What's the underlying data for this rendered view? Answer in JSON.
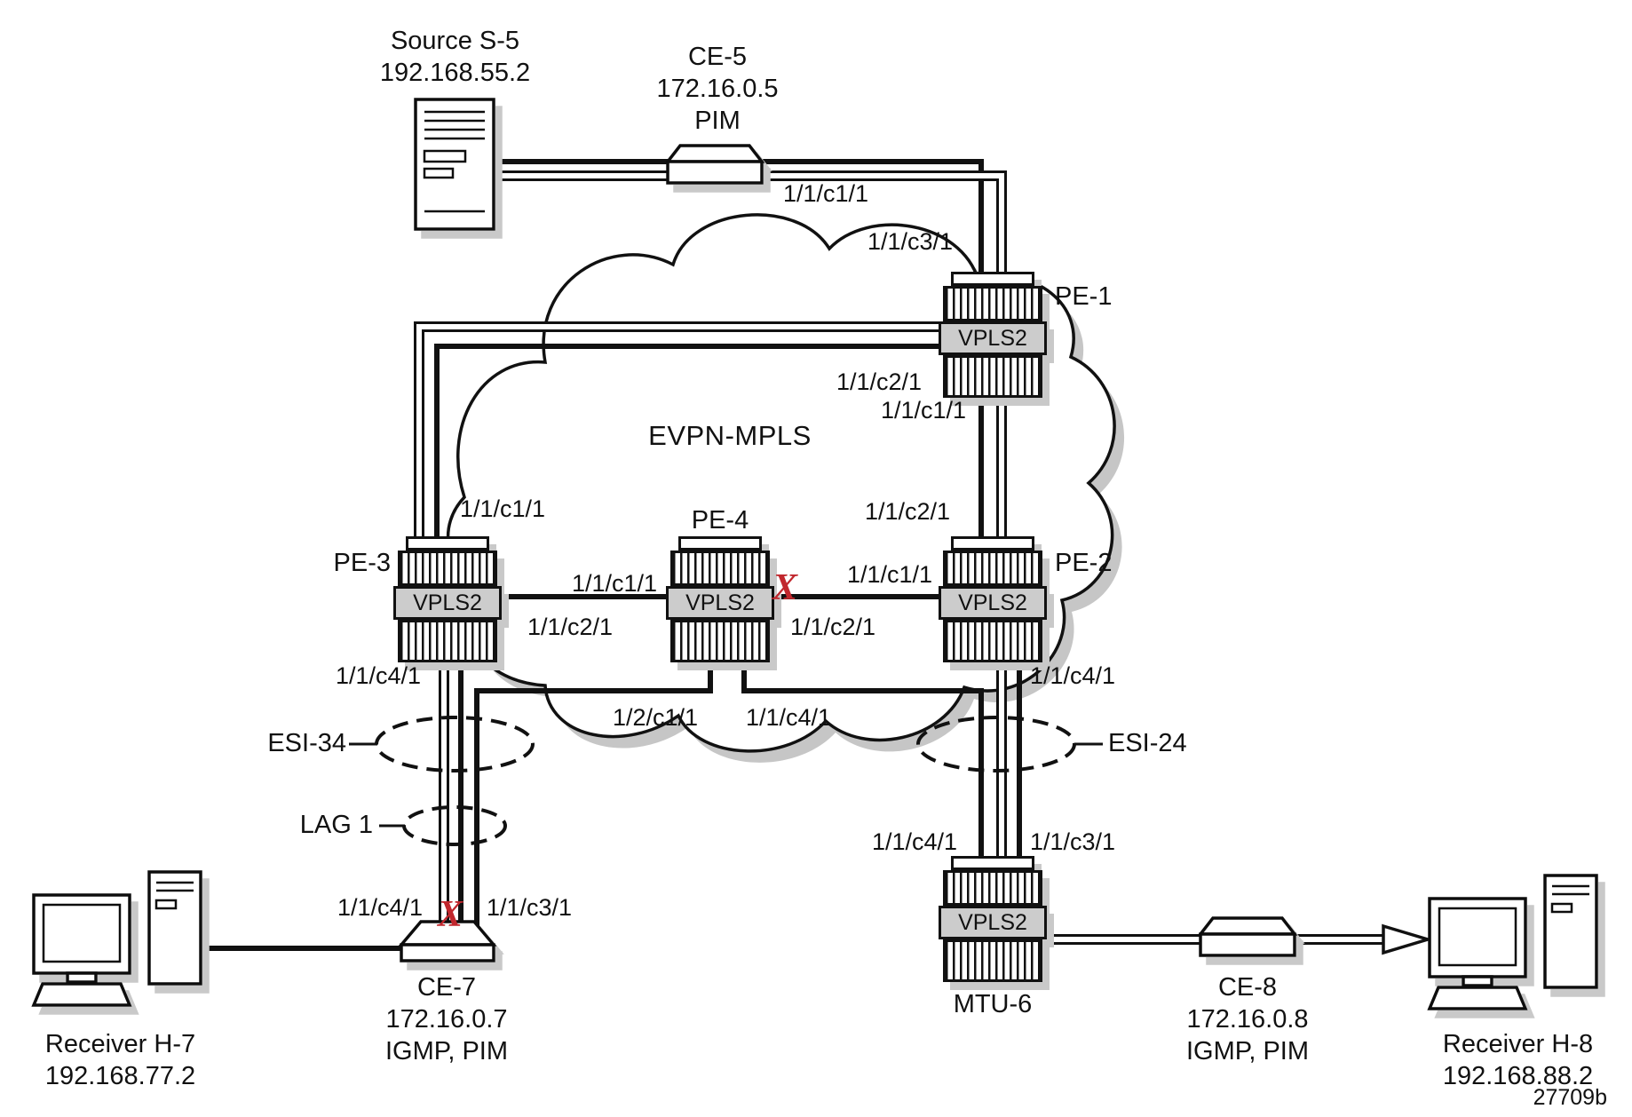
{
  "figure": {
    "id": "27709b",
    "cloud_label": "EVPN-MPLS",
    "failure_mark": "X"
  },
  "colors": {
    "failure": "#c1272d",
    "band_fill": "#cccccc",
    "line": "#111111",
    "shadow": "#c9c9c9"
  },
  "devices": {
    "source_s5": {
      "title": "Source S-5",
      "ip": "192.168.55.2"
    },
    "ce5": {
      "name": "CE-5",
      "ip": "172.16.0.5",
      "protocol": "PIM"
    },
    "pe1": {
      "name": "PE-1",
      "service": "VPLS2"
    },
    "pe2": {
      "name": "PE-2",
      "service": "VPLS2"
    },
    "pe3": {
      "name": "PE-3",
      "service": "VPLS2"
    },
    "pe4": {
      "name": "PE-4",
      "service": "VPLS2"
    },
    "mtu6": {
      "name": "MTU-6",
      "service": "VPLS2"
    },
    "ce7": {
      "name": "CE-7",
      "ip": "172.16.0.7",
      "protocols": "IGMP, PIM"
    },
    "ce8": {
      "name": "CE-8",
      "ip": "172.16.0.8",
      "protocols": "IGMP, PIM"
    },
    "receiver_h7": {
      "title": "Receiver H-7",
      "ip": "192.168.77.2"
    },
    "receiver_h8": {
      "title": "Receiver H-8",
      "ip": "192.168.88.2"
    }
  },
  "groups": {
    "esi34": "ESI-34",
    "esi24": "ESI-24",
    "lag1": "LAG 1"
  },
  "ports": {
    "ce5_to_pe1": "1/1/c1/1",
    "pe1_uplink": "1/1/c3/1",
    "pe1_to_pe3": "1/1/c2/1",
    "pe1_to_pe2": "1/1/c1/1",
    "pe2_to_pe1": "1/1/c2/1",
    "pe3_to_pe1": "1/1/c1/1",
    "pe4_to_pe3": "1/1/c1/1",
    "pe3_to_pe4": "1/1/c2/1",
    "pe2_to_pe4": "1/1/c1/1",
    "pe4_to_pe2": "1/1/c2/1",
    "pe3_to_ce7": "1/1/c4/1",
    "pe4_to_ce7": "1/2/c1/1",
    "pe4_to_mtu6": "1/1/c4/1",
    "pe2_to_mtu6": "1/1/c4/1",
    "mtu6_to_pe4": "1/1/c4/1",
    "mtu6_to_pe2": "1/1/c3/1",
    "ce7_to_pe3": "1/1/c4/1",
    "ce7_to_pe4": "1/1/c3/1"
  }
}
